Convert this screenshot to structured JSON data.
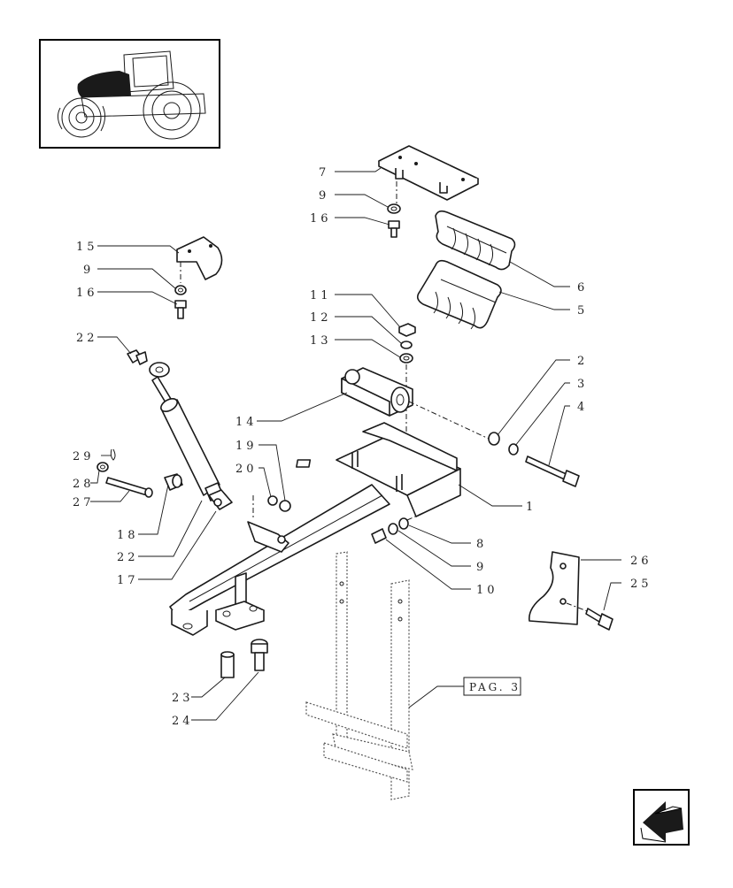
{
  "callouts": [
    "1",
    "2",
    "3",
    "4",
    "5",
    "6",
    "7",
    "8",
    "9",
    "10",
    "11",
    "12",
    "13",
    "14",
    "15",
    "16",
    "17",
    "18",
    "19",
    "20",
    "22",
    "23",
    "24",
    "25",
    "26",
    "27",
    "28",
    "29"
  ],
  "labels": {
    "l7": "7",
    "l9a": "9",
    "l16a": "16",
    "l15": "15",
    "l9b": "9",
    "l16b": "16",
    "l22a": "22",
    "l11": "11",
    "l12": "12",
    "l13": "13",
    "l14": "14",
    "l19": "19",
    "l20": "20",
    "l29": "29",
    "l28": "28",
    "l27": "27",
    "l18": "18",
    "l22b": "22",
    "l17": "17",
    "l23": "23",
    "l24": "24",
    "l6": "6",
    "l5": "5",
    "l2": "2",
    "l3": "3",
    "l4": "4",
    "l1": "1",
    "l8": "8",
    "l9c": "9",
    "l10": "10",
    "l26": "26",
    "l25": "25"
  },
  "page_ref": "PAG. 3",
  "icons": {
    "thumbnail": "tractor-thumbnail-icon",
    "nav": "back-arrow-icon"
  },
  "colors": {
    "ink": "#1a1a1a",
    "paper": "#ffffff"
  }
}
